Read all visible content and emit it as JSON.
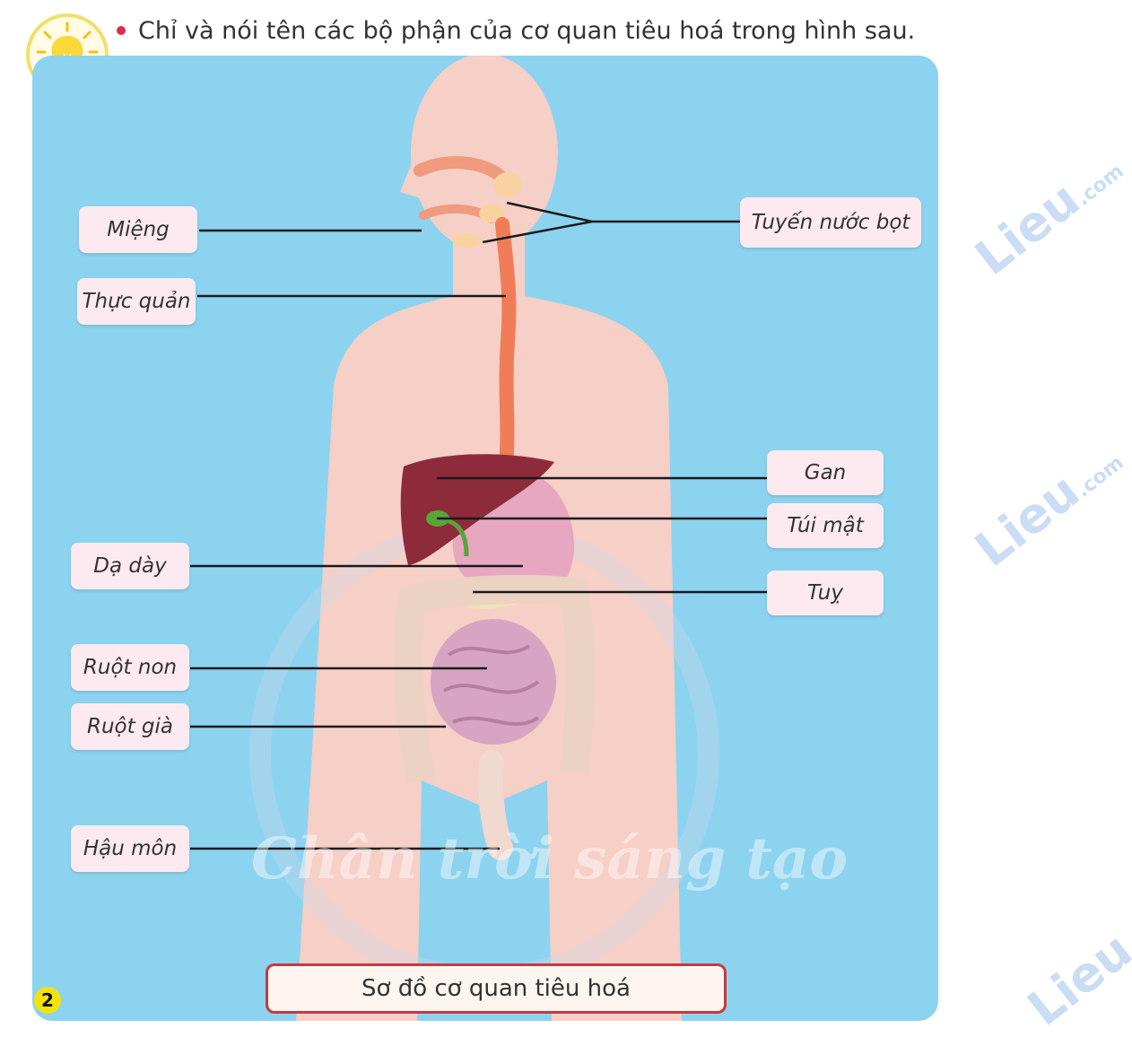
{
  "instruction": "Chỉ và nói tên các bộ phận của cơ quan tiêu hoá trong hình sau.",
  "labels": {
    "mieng": "Miệng",
    "thuc_quan": "Thực quản",
    "tuyen_nuoc_bot": "Tuyến nước bọt",
    "gan": "Gan",
    "tui_mat": "Túi mật",
    "tuy": "Tuỵ",
    "da_day": "Dạ dày",
    "ruot_non": "Ruột non",
    "ruot_gia": "Ruột già",
    "hau_mon": "Hậu môn"
  },
  "caption": "Sơ đồ cơ quan tiêu hoá",
  "page_number": "2",
  "publisher_watermark": "Chân trời sáng tạo",
  "site_watermark": "Lieu",
  "site_watermark_suffix": ".com",
  "colors": {
    "panel": "#8cd3f0",
    "body": "#f6cfc6",
    "label_bg": "#fdeaf0",
    "caption_border": "#c53a3e",
    "bullet": "#e0284a",
    "page_badge": "#f4e10d"
  },
  "icons": [
    "lightbulb-icon"
  ]
}
